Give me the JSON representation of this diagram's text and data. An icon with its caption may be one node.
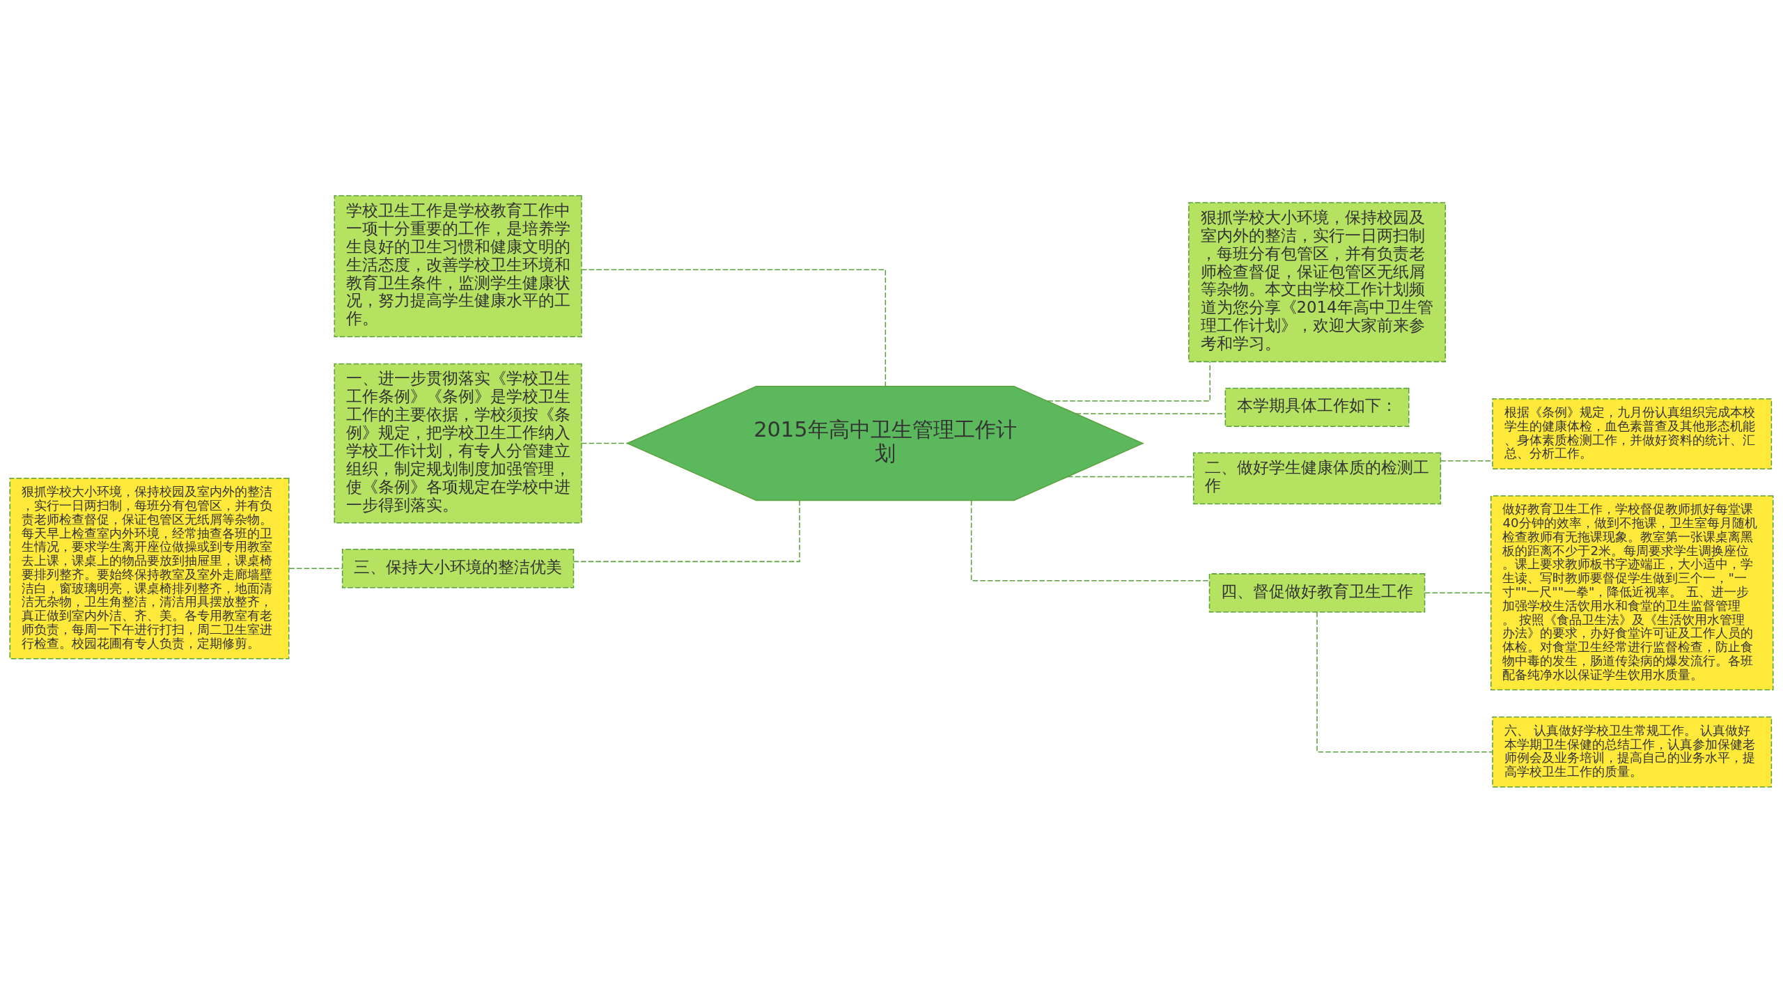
{
  "diagram": {
    "nodes": [
      {
        "text": [
          "2015年高中卫生管理工作计划"
        ]
      },
      {
        "text": [
          "学校卫生工作是学校教育工作中一项十分重要的工作，是培养学生良好的卫生习惯和健康文明的生活态度，改善学校卫生环境和教育卫生条件，监测学生健康状况，努力提高学生健康水平的工作。"
        ]
      },
      {
        "text": [
          "一、进一步贯彻落实《学校卫生工作条例》《条例》是学校卫生工作的主要依据，学校须按《条例》规定，把学校卫生工作纳入学校工作计划，有专人分管建立组织，制定规划制度加强管理，使《条例》各项规定在学校中进一步得到落实。"
        ]
      },
      {
        "text": [
          "三、保持大小环境的整洁优美"
        ]
      },
      {
        "text": [
          "狠抓学校大小环境，保持校园及室内外的整洁，实行一日两扫制，每班分有包管区，并有负责老师检查督促，保证包管区无纸屑等杂物。每天早上检查室内外环境，经常抽查各班的卫生情况，要求学生离开座位做操或到专用教室去上课，课桌上的物品要放到抽屉里，课桌椅要排列整齐。要始终保持教室及室外走廊墙壁洁白，窗玻璃明亮，课桌椅排列整齐，地面清洁无杂物，卫生角整洁，清洁用具摆放整齐，真正做到室内外洁、齐、美。各专用教室有老师负责，每周一下午进行打扫，周二卫生室进行检查。校园花圃有专人负责，定期修剪。"
        ]
      },
      {
        "text": [
          "狠抓学校大小环境，保持校园及室内外的整洁，实行一日两扫制，每班分有包管区，并有负责老师检查督促，保证包管区无纸屑等杂物。本文由学校工作计划频道为您分享《2014年高中卫生管理工作计划》，欢迎大家前来参考和学习。"
        ]
      },
      {
        "text": [
          "本学期具体工作如下："
        ]
      },
      {
        "text": [
          "二、做好学生健康体质的检测工作"
        ]
      },
      {
        "text": [
          "根据《条例》规定，九月份认真组织完成本校学生的健康体检，血色素普查及其他形态机能、身体素质检测工作，并做好资料的统计、汇总、分析工作。"
        ]
      },
      {
        "text": [
          "四、督促做好教育卫生工作"
        ]
      },
      {
        "text": [
          "做好教育卫生工作，学校督促教师抓好每堂课40分钟的效率，做到不拖课，卫生室每月随机检查教师有无拖课现象。教室第一张课桌离黑板的距离不少于2米。每周要求学生调换座位。课上要求教师板书字迹端正，大小适中，学生读、写时教师要督促学生做到三个一，\"一寸\"\"一尺\"\"一拳\"，降低近视率。 五、进一步加强学校生活饮用水和食堂的卫生监督管理。 按照《食品卫生法》及《生活饮用水管理办法》的要求，办好食堂许可证及工作人员的体检。对食堂卫生经常进行监督检查，防止食物中毒的发生，肠道传染病的爆发流行。各班配备纯净水以保证学生饮用水质量。"
        ]
      },
      {
        "text": [
          "六、 认真做好学校卫生常规工作。 认真做好本学期卫生保健的总结工作，认真参加保健老师例会及业务培训，提高自己的业务水平，提高学校卫生工作的质量。"
        ]
      }
    ],
    "edges": [
      {
        "from": 0,
        "to": 1,
        "arrow": "none",
        "style": "dashed"
      },
      {
        "from": 0,
        "to": 2,
        "arrow": "none",
        "style": "dashed"
      },
      {
        "from": 0,
        "to": 3,
        "arrow": "none",
        "style": "dashed"
      },
      {
        "from": 3,
        "to": 4,
        "arrow": "none",
        "style": "dashed"
      },
      {
        "from": 0,
        "to": 5,
        "arrow": "none",
        "style": "dashed"
      },
      {
        "from": 0,
        "to": 6,
        "arrow": "none",
        "style": "dashed"
      },
      {
        "from": 0,
        "to": 7,
        "arrow": "none",
        "style": "dashed"
      },
      {
        "from": 7,
        "to": 8,
        "arrow": "none",
        "style": "dashed"
      },
      {
        "from": 0,
        "to": 9,
        "arrow": "none",
        "style": "dashed"
      },
      {
        "from": 9,
        "to": 10,
        "arrow": "none",
        "style": "dashed"
      },
      {
        "from": 9,
        "to": 11,
        "arrow": "none",
        "style": "dashed"
      }
    ]
  }
}
